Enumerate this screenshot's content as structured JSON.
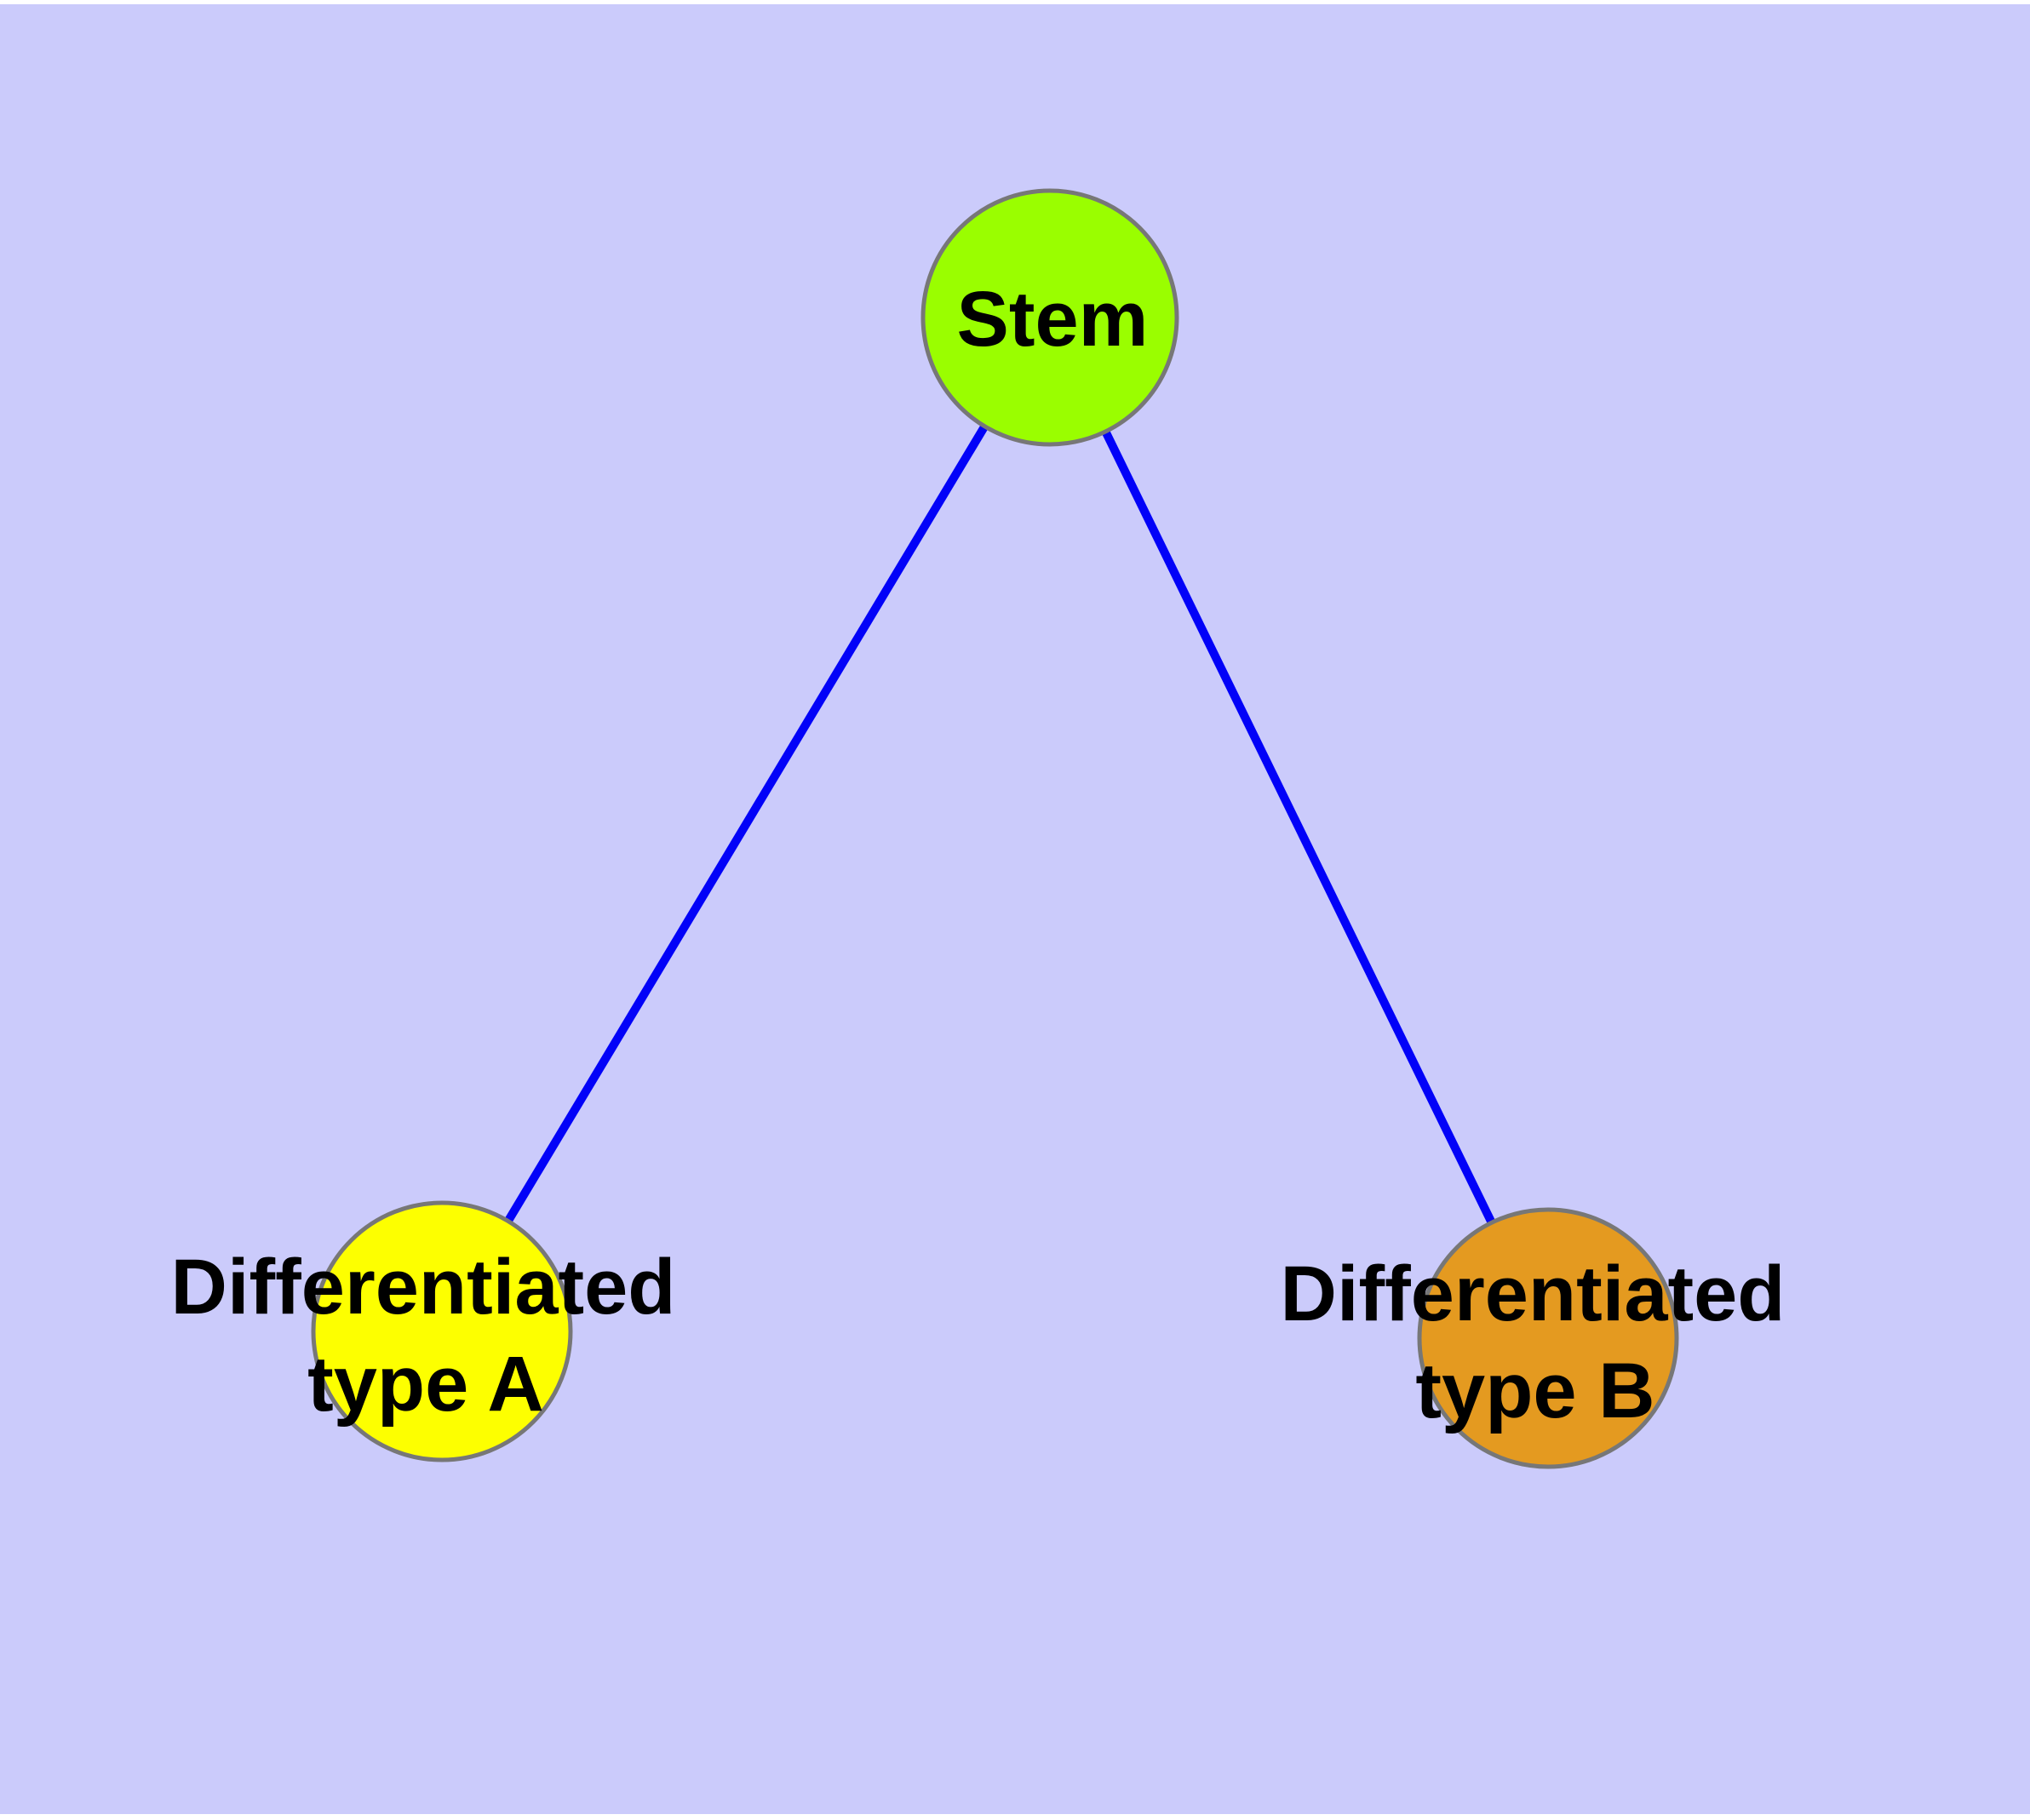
{
  "diagram": {
    "type": "node-link-graph",
    "description": "Cell differentiation graph: a Stem node connected to two differentiated cell type nodes",
    "colors": {
      "background": "#CBCBFB",
      "page_margin": "#FFFFFF",
      "edge": "#0202F8",
      "node_border": "#777777",
      "label_text": "#000000",
      "stem_fill": "#9AFE00",
      "type_a_fill": "#FDFF00",
      "type_b_fill": "#E49A20"
    },
    "nodes": [
      {
        "id": "stem",
        "label": "Stem",
        "line1": "Stem",
        "line2": "",
        "fill": "#9AFE00"
      },
      {
        "id": "type-a",
        "label": "Differentiated type A",
        "line1": "Differentiated",
        "line2": "type A",
        "fill": "#FDFF00"
      },
      {
        "id": "type-b",
        "label": "Differentiated type B",
        "line1": "Differentiated",
        "line2": "type B",
        "fill": "#E49A20"
      }
    ],
    "edges": [
      {
        "from": "stem",
        "to": "type-a"
      },
      {
        "from": "stem",
        "to": "type-b"
      }
    ]
  }
}
